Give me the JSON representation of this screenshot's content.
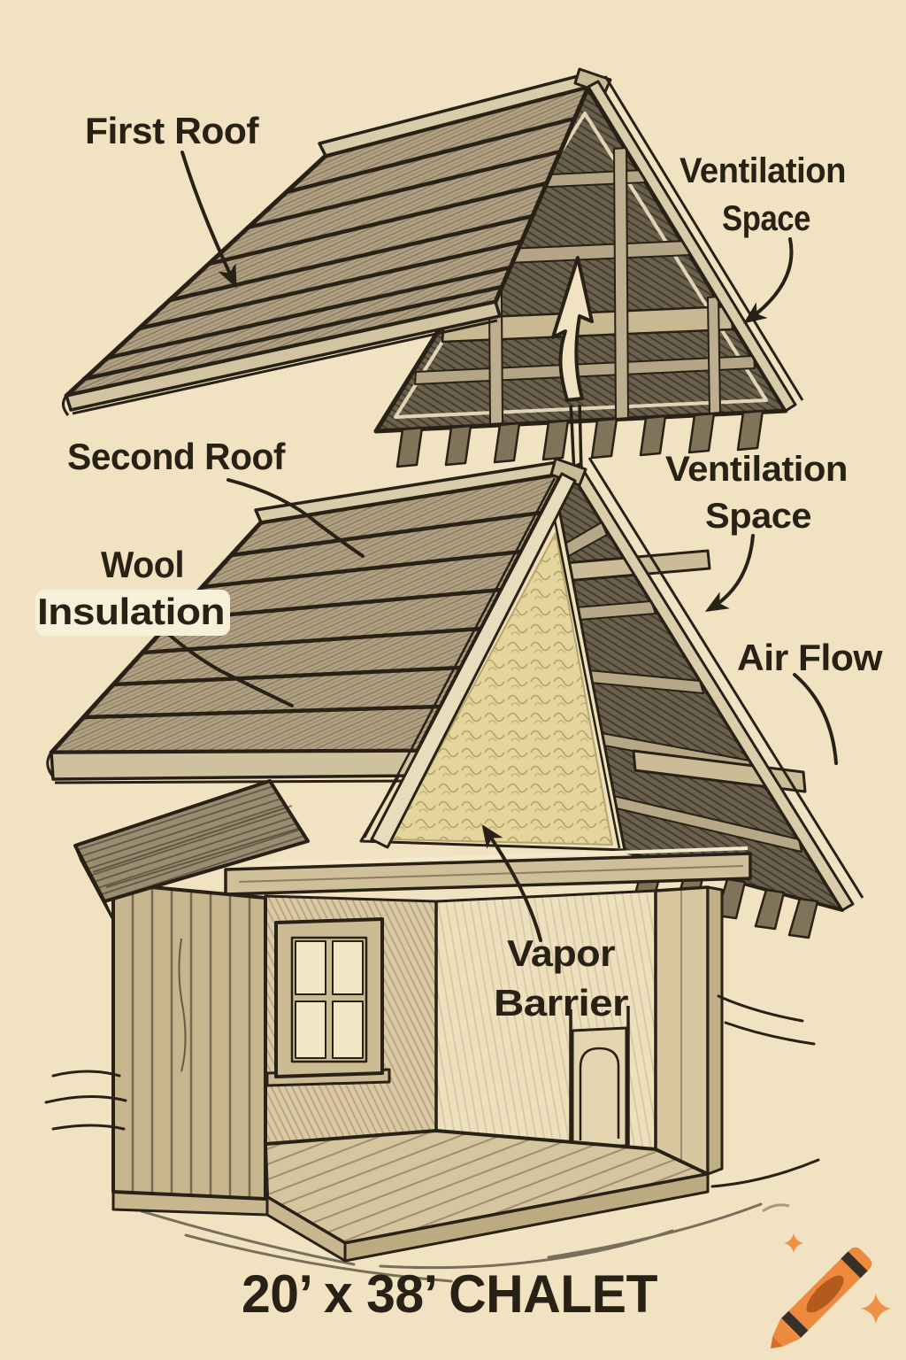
{
  "diagram": {
    "title": "20’ x 38’ CHALET",
    "labels": {
      "first_roof": "First Roof",
      "ventilation_top": {
        "line1": "Ventilation",
        "line2": "Space"
      },
      "second_roof": "Second Roof",
      "wool": {
        "line1": "Wool",
        "line2": "Insulation"
      },
      "ventilation_right": {
        "line1": "Ventilation",
        "line2": "Space"
      },
      "air_flow": "Air Flow",
      "vapor": {
        "line1": "Vapor",
        "line2": "Barrier"
      }
    }
  },
  "colors": {
    "background": "#f1e3c2",
    "ink": "#282116",
    "insulation": "#e4d59c",
    "label_badge": "#f8efd9",
    "crayon_body": "#ee8a3e",
    "crayon_label": "#b45a1e",
    "crayon_band": "#38312a",
    "sparkle": "#ef9044"
  },
  "logo": {
    "icon": "crayon-icon"
  }
}
